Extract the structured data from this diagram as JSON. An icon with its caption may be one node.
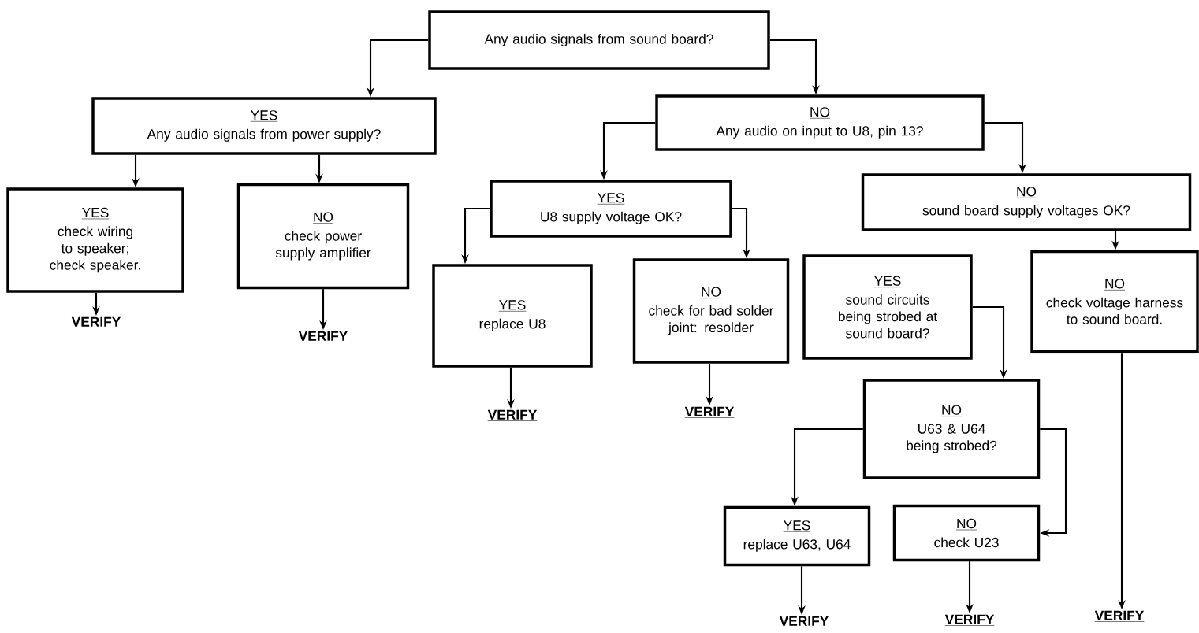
{
  "diagram": {
    "nodes": [
      {
        "text": [
          "Any audio signals from sound board?"
        ]
      },
      {
        "text": [
          "YES",
          "Any audio signals from power supply?"
        ]
      },
      {
        "text": [
          "NO",
          "Any audio on input to U8, pin 13?"
        ]
      },
      {
        "text": [
          "YES",
          "check wiring to speaker; check speaker."
        ]
      },
      {
        "text": [
          "NO",
          "check power supply amplifier"
        ]
      },
      {
        "text": [
          "YES",
          "U8 supply voltage OK?"
        ]
      },
      {
        "text": [
          "NO",
          "sound board supply voltages OK?"
        ]
      },
      {
        "text": [
          "YES",
          "replace U8"
        ]
      },
      {
        "text": [
          "NO",
          "check for bad solder joint: resolder"
        ]
      },
      {
        "text": [
          "YES",
          "sound circuits being strobed at sound board?"
        ]
      },
      {
        "text": [
          "NO",
          "check voltage harness to sound board."
        ]
      },
      {
        "text": [
          "NO",
          "U63 & U64 being strobed?"
        ]
      },
      {
        "text": [
          "YES",
          "replace U63, U64"
        ]
      },
      {
        "text": [
          "NO",
          "check U23"
        ]
      },
      {
        "text": [
          "VERIFY"
        ]
      },
      {
        "text": [
          "VERIFY"
        ]
      },
      {
        "text": [
          "VERIFY"
        ]
      },
      {
        "text": [
          "VERIFY"
        ]
      },
      {
        "text": [
          "VERIFY"
        ]
      },
      {
        "text": [
          "VERIFY"
        ]
      },
      {
        "text": [
          "VERIFY"
        ]
      }
    ],
    "edges": [
      {
        "from": 0,
        "to": 1,
        "arrow": "to"
      },
      {
        "from": 0,
        "to": 2,
        "arrow": "to"
      },
      {
        "from": 1,
        "to": 3,
        "arrow": "to"
      },
      {
        "from": 1,
        "to": 4,
        "arrow": "to"
      },
      {
        "from": 2,
        "to": 5,
        "arrow": "to"
      },
      {
        "from": 2,
        "to": 6,
        "arrow": "to"
      },
      {
        "from": 5,
        "to": 7,
        "arrow": "to"
      },
      {
        "from": 5,
        "to": 8,
        "arrow": "to"
      },
      {
        "from": 6,
        "to": 10,
        "arrow": "to"
      },
      {
        "from": 9,
        "to": 11,
        "arrow": "to"
      },
      {
        "from": 11,
        "to": 12,
        "arrow": "to"
      },
      {
        "from": 11,
        "to": 13,
        "arrow": "to"
      },
      {
        "from": 3,
        "to": 14,
        "arrow": "to"
      },
      {
        "from": 4,
        "to": 15,
        "arrow": "to"
      },
      {
        "from": 7,
        "to": 16,
        "arrow": "to"
      },
      {
        "from": 8,
        "to": 17,
        "arrow": "to"
      },
      {
        "from": 12,
        "to": 18,
        "arrow": "to"
      },
      {
        "from": 13,
        "to": 19,
        "arrow": "to"
      },
      {
        "from": 10,
        "to": 20,
        "arrow": "to"
      }
    ]
  }
}
